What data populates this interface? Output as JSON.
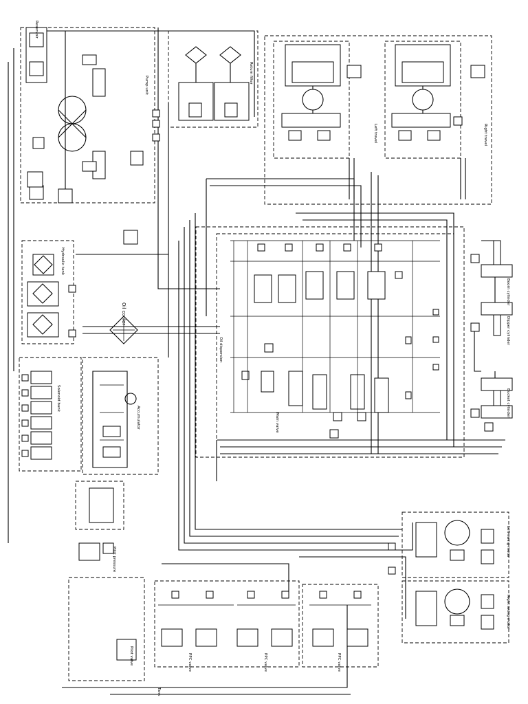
{
  "diagram": {
    "labels": {
      "oil_cooler": "Oil cooler",
      "oil_dispersion": "Oil dispersion",
      "boom_cylinder": "Boom cylinder",
      "dipper_cylinder": "Dipper cylinder",
      "bucket_cylinder": "Bucket cylinder",
      "swing_motor_left": "Left swing motor",
      "swing_motor_right": "Right swing motor",
      "pilot_valve": "Pilot valve",
      "main_valve": "Main valve",
      "left_travel": "Left travel",
      "right_travel": "Right travel",
      "reservoir": "Reservoir",
      "accumulator": "Accumulator",
      "return_filter": "Return filter",
      "hydraulic_tank": "Hydraulic tank",
      "pump_unit": "Pump unit",
      "pilot_pressure": "Pilot pressure",
      "solenoid_bank": "Solenoid bank",
      "ppc_valve_1": "PPC valve",
      "ppc_valve_2": "PPC valve",
      "ppc_valve_3": "PPC valve",
      "tank_label": "Tank"
    }
  }
}
